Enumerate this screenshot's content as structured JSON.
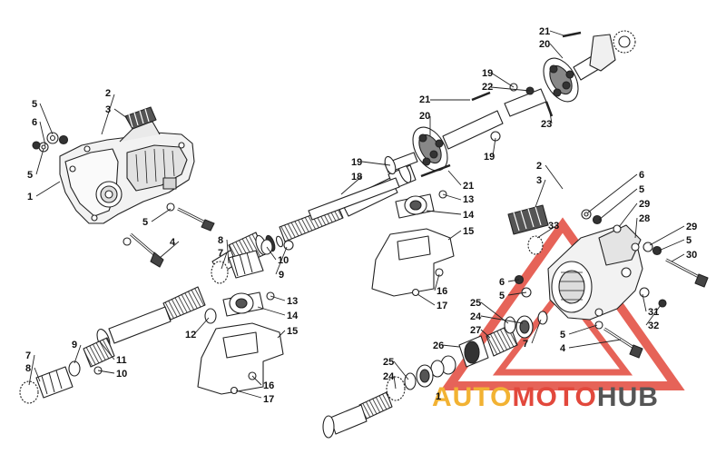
{
  "watermark": {
    "auto": "AUTO",
    "moto": "MOTO",
    "hub": "HUB",
    "colors": {
      "auto": "#f2b233",
      "moto": "#e2483c",
      "hub": "#555555",
      "triangle": "#e2483c"
    }
  },
  "colors": {
    "line": "#222222",
    "part_fill": "#e8e8e8",
    "part_dark": "#6a6a6a"
  },
  "callouts": [
    {
      "id": "c-2a",
      "label": "2"
    },
    {
      "id": "c-3a",
      "label": "3"
    },
    {
      "id": "c-5a",
      "label": "5"
    },
    {
      "id": "c-6a",
      "label": "6"
    },
    {
      "id": "c-5b",
      "label": "5"
    },
    {
      "id": "c-1",
      "label": "1"
    },
    {
      "id": "c-5c",
      "label": "5"
    },
    {
      "id": "c-4a",
      "label": "4"
    },
    {
      "id": "c-8a",
      "label": "8"
    },
    {
      "id": "c-7a",
      "label": "7"
    },
    {
      "id": "c-10a",
      "label": "10"
    },
    {
      "id": "c-9a",
      "label": "9"
    },
    {
      "id": "c-19a",
      "label": "19"
    },
    {
      "id": "c-18",
      "label": "18"
    },
    {
      "id": "c-21a",
      "label": "21"
    },
    {
      "id": "c-20a",
      "label": "20"
    },
    {
      "id": "c-19b",
      "label": "19"
    },
    {
      "id": "c-22",
      "label": "22"
    },
    {
      "id": "c-21b",
      "label": "21"
    },
    {
      "id": "c-20b",
      "label": "20"
    },
    {
      "id": "c-23",
      "label": "23"
    },
    {
      "id": "c-19c",
      "label": "19"
    },
    {
      "id": "c-21c",
      "label": "21"
    },
    {
      "id": "c-13a",
      "label": "13"
    },
    {
      "id": "c-14a",
      "label": "14"
    },
    {
      "id": "c-15a",
      "label": "15"
    },
    {
      "id": "c-16a",
      "label": "16"
    },
    {
      "id": "c-17a",
      "label": "17"
    },
    {
      "id": "c-13b",
      "label": "13"
    },
    {
      "id": "c-14b",
      "label": "14"
    },
    {
      "id": "c-15b",
      "label": "15"
    },
    {
      "id": "c-12",
      "label": "12"
    },
    {
      "id": "c-16b",
      "label": "16"
    },
    {
      "id": "c-17b",
      "label": "17"
    },
    {
      "id": "c-7b",
      "label": "7"
    },
    {
      "id": "c-8b",
      "label": "8"
    },
    {
      "id": "c-9b",
      "label": "9"
    },
    {
      "id": "c-11",
      "label": "11"
    },
    {
      "id": "c-10b",
      "label": "10"
    },
    {
      "id": "c-2b",
      "label": "2"
    },
    {
      "id": "c-3b",
      "label": "3"
    },
    {
      "id": "c-6b",
      "label": "6"
    },
    {
      "id": "c-5d",
      "label": "5"
    },
    {
      "id": "c-29a",
      "label": "29"
    },
    {
      "id": "c-28",
      "label": "28"
    },
    {
      "id": "c-29b",
      "label": "29"
    },
    {
      "id": "c-5e",
      "label": "5"
    },
    {
      "id": "c-30",
      "label": "30"
    },
    {
      "id": "c-33",
      "label": "33"
    },
    {
      "id": "c-6c",
      "label": "6"
    },
    {
      "id": "c-5f",
      "label": "5"
    },
    {
      "id": "c-25a",
      "label": "25"
    },
    {
      "id": "c-24a",
      "label": "24"
    },
    {
      "id": "c-27",
      "label": "27"
    },
    {
      "id": "c-26",
      "label": "26"
    },
    {
      "id": "c-7c",
      "label": "7"
    },
    {
      "id": "c-5g",
      "label": "5"
    },
    {
      "id": "c-4b",
      "label": "4"
    },
    {
      "id": "c-31",
      "label": "31"
    },
    {
      "id": "c-32",
      "label": "32"
    },
    {
      "id": "c-25b",
      "label": "25"
    },
    {
      "id": "c-24b",
      "label": "24"
    },
    {
      "id": "c-1b",
      "label": "1"
    }
  ]
}
